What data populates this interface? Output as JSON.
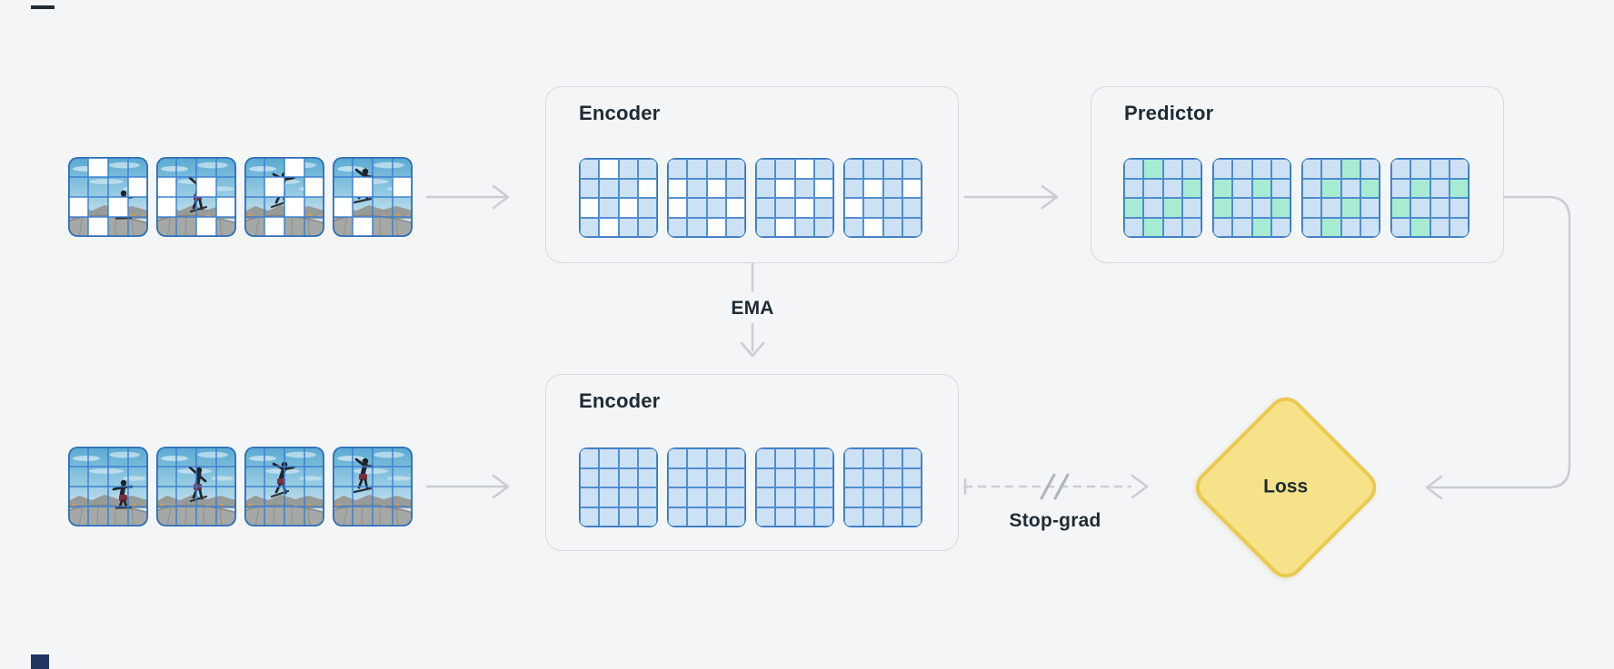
{
  "page": {
    "background": "#f4f5f6"
  },
  "boxes": {
    "encoder_top": {
      "label": "Encoder"
    },
    "predictor": {
      "label": "Predictor"
    },
    "encoder_bottom": {
      "label": "Encoder"
    }
  },
  "labels": {
    "ema": "EMA",
    "stop_grad": "Stop-grad",
    "loss": "Loss"
  },
  "frames": {
    "count": 4,
    "grid_size": 4,
    "subject": "skateboarder video frames",
    "masks": [
      [
        [
          0,
          1
        ],
        [
          1,
          3
        ],
        [
          2,
          0
        ],
        [
          2,
          2
        ],
        [
          3,
          1
        ]
      ],
      [
        [
          1,
          0
        ],
        [
          1,
          2
        ],
        [
          2,
          0
        ],
        [
          2,
          3
        ],
        [
          3,
          2
        ]
      ],
      [
        [
          0,
          2
        ],
        [
          1,
          1
        ],
        [
          1,
          3
        ],
        [
          2,
          2
        ],
        [
          3,
          1
        ]
      ],
      [
        [
          1,
          1
        ],
        [
          1,
          3
        ],
        [
          2,
          0
        ],
        [
          3,
          1
        ]
      ]
    ]
  },
  "colors": {
    "cell_blue": "#cde1f5",
    "cell_green": "#a8ebd3",
    "cell_masked": "#ffffff",
    "grid_line": "#3a7fc8",
    "grid_outline": "#2f74ba",
    "box_border": "#d6d9dd",
    "arrow": "#c9ced4",
    "text": "#1d2b34",
    "loss_fill": "#f6e289",
    "loss_border": "#ebc94f"
  }
}
